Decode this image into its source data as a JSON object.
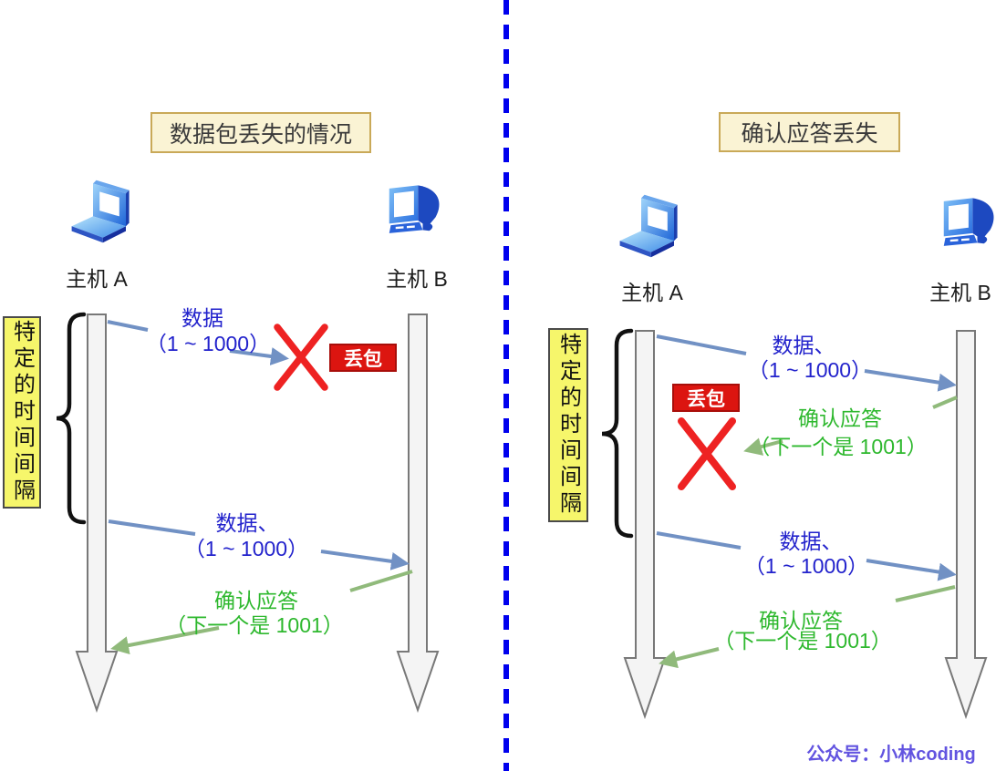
{
  "colors": {
    "arrow_blue": "#7191c4",
    "arrow_green": "#90ba7b",
    "cross_red": "#ee2222",
    "divider_blue": "#0000ee",
    "text_blue": "#2222cc",
    "text_green": "#2eb82e",
    "loss_badge_bg": "#dc1510",
    "interval_box_bg": "#f6f66b",
    "title_box_bg": "#faf3d4",
    "title_box_border": "#c9a958",
    "timeline_fill": "#f4f4f4",
    "timeline_stroke": "#787878",
    "brace": "#111111",
    "watermark": "#6254e0"
  },
  "left": {
    "title": "数据包丢失的情况",
    "host_a": "主机 A",
    "host_b": "主机 B",
    "interval": "特定的时间间隔",
    "msg1": {
      "l1": "数据",
      "l2": "（1 ~ 1000）"
    },
    "loss": "丢包",
    "msg2": {
      "l1": "数据、",
      "l2": "（1 ~ 1000）"
    },
    "ack": {
      "l1": "确认应答",
      "l2": "（下一个是 1001）"
    }
  },
  "right": {
    "title": "确认应答丢失",
    "host_a": "主机 A",
    "host_b": "主机 B",
    "interval": "特定的时间间隔",
    "msg1": {
      "l1": "数据、",
      "l2": "（1 ~ 1000）"
    },
    "loss": "丢包",
    "ack1": {
      "l1": "确认应答",
      "l2": "（下一个是 1001）"
    },
    "msg2": {
      "l1": "数据、",
      "l2": "（1 ~ 1000）"
    },
    "ack2": {
      "l1": "确认应答",
      "l2": "（下一个是 1001）"
    }
  },
  "watermark": {
    "text": "公众号：小林coding"
  }
}
